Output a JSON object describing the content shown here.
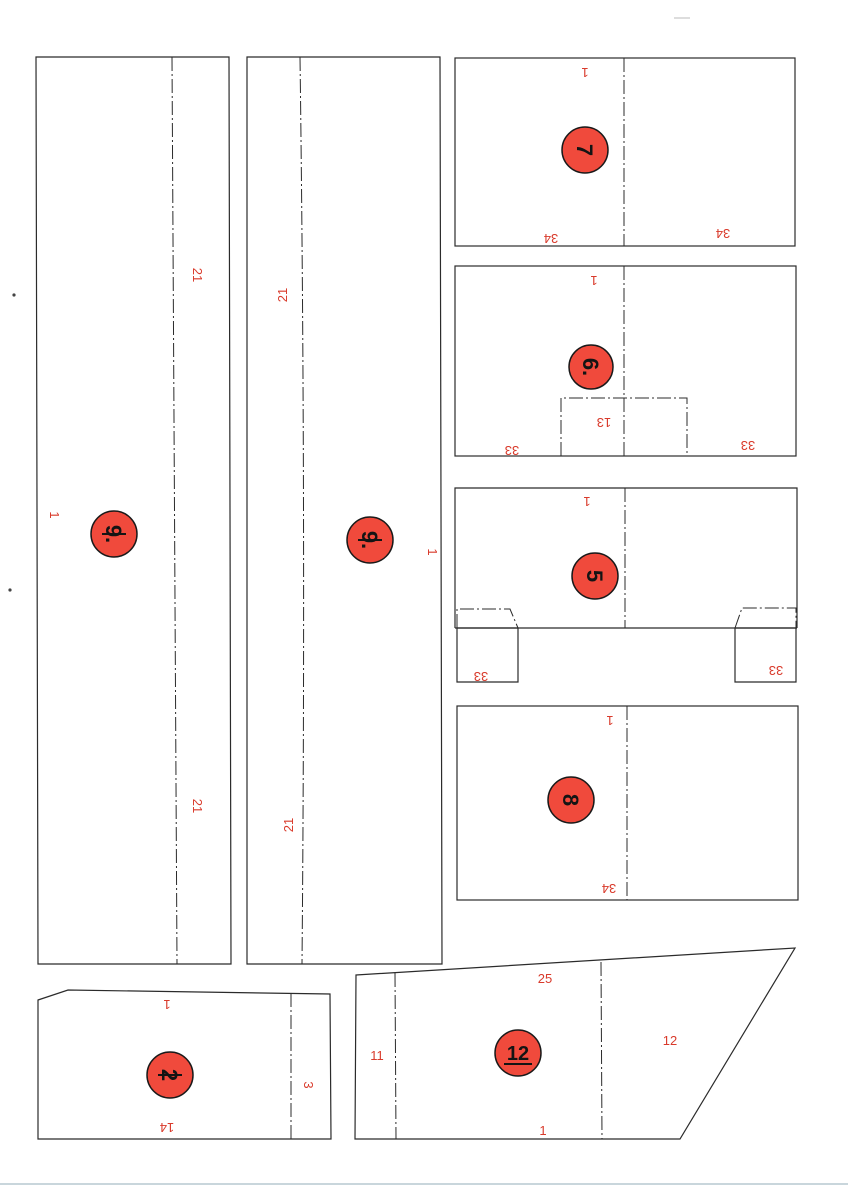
{
  "colors": {
    "outline": "#2b2b2b",
    "label": "#d93a2b",
    "badge_fill": "#f04a3c"
  },
  "parts": {
    "p9a": {
      "number": "9.",
      "labels": {
        "fold_top": "21",
        "fold_bottom": "21",
        "edge": "1"
      }
    },
    "p9b": {
      "number": "9.",
      "labels": {
        "fold_top": "21",
        "fold_bottom": "21",
        "edge": "1"
      }
    },
    "p7": {
      "number": "7",
      "labels": {
        "top": "1",
        "bottom_left": "34",
        "bottom_right": "34"
      }
    },
    "p6": {
      "number": "6.",
      "labels": {
        "top": "1",
        "tab": "13",
        "bottom_left": "33",
        "bottom_right": "33"
      }
    },
    "p5": {
      "number": "5",
      "labels": {
        "top": "1",
        "tab_left": "33",
        "tab_right": "33"
      }
    },
    "p8": {
      "number": "8",
      "labels": {
        "top": "1",
        "bottom": "34"
      }
    },
    "p2": {
      "number": "2",
      "labels": {
        "top": "1",
        "bottom": "14",
        "fold": "3"
      }
    },
    "p12": {
      "number": "12",
      "labels": {
        "left": "11",
        "top": "25",
        "right": "12",
        "bottom": "1"
      }
    }
  }
}
